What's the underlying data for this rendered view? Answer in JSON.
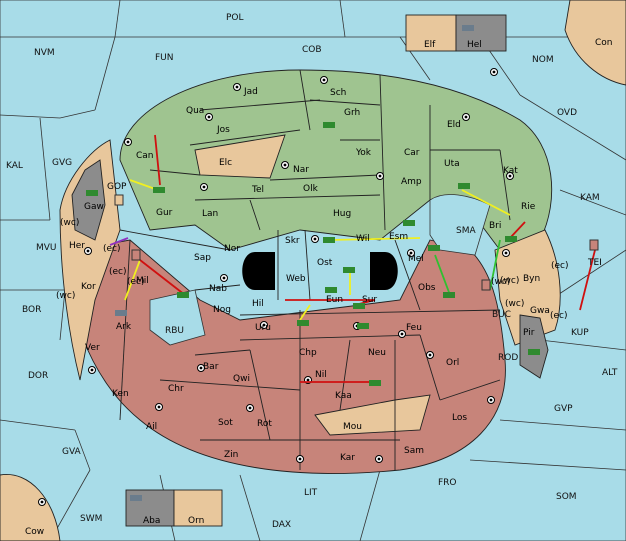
{
  "colors": {
    "sea": "#a8dce8",
    "green_power": "#9fc490",
    "red_power": "#c7847a",
    "neutral": "#e8c79c",
    "impassable": "#8c8c8c",
    "order_red": "#d01010",
    "order_yellow": "#f0f020",
    "order_green": "#30c030",
    "order_purple": "#9030c0",
    "army_green": "#2f8a2f",
    "fleet_gray": "#6a7c8c"
  },
  "sea_labels": [
    "POL",
    "FUN",
    "COB",
    "NVM",
    "NOM",
    "OVD",
    "KAL",
    "GVG",
    "KAM",
    "MVU",
    "SMA",
    "BOR",
    "BUC",
    "RBU",
    "ROD",
    "DOR",
    "ALT",
    "GVP",
    "KUP",
    "GVA",
    "FRO",
    "SOM",
    "LIT",
    "SWM",
    "DAX"
  ],
  "outer_land_labels": [
    "Con",
    "Elf",
    "Hel",
    "Cow",
    "Aba",
    "Orn",
    "Gaw",
    "Her",
    "Kor",
    "Ver",
    "Byn",
    "Gwa",
    "Pir",
    "TEI"
  ],
  "green_labels": [
    "Jad",
    "Sch",
    "Qua",
    "Grh",
    "Jos",
    "Can",
    "Yok",
    "Car",
    "Eld",
    "Elc",
    "Nar",
    "Amp",
    "Uta",
    "Kat",
    "GOP",
    "Gur",
    "Tel",
    "Olk",
    "Lan",
    "Hug",
    "Rie",
    "Skr",
    "Wil",
    "Esm",
    "Bri",
    "Nor",
    "Ost"
  ],
  "red_labels": [
    "Sap",
    "Web",
    "Mel",
    "Nab",
    "Obs",
    "Mil",
    "Hil",
    "Eun",
    "Sur",
    "Nog",
    "Ark",
    "Uru",
    "Feu",
    "Chp",
    "Neu",
    "Orl",
    "Bar",
    "Qwi",
    "Nil",
    "Ken",
    "Chr",
    "Kaa",
    "Ail",
    "Sot",
    "Rot",
    "Mou",
    "Los",
    "Zin",
    "Kar",
    "Sam"
  ],
  "coast_tags": [
    "(wc)",
    "(ec)",
    "(wc)",
    "(ec)",
    "(wc)",
    "(ec)",
    "(wc)",
    "(ec)",
    "(wc)",
    "(ec)"
  ]
}
